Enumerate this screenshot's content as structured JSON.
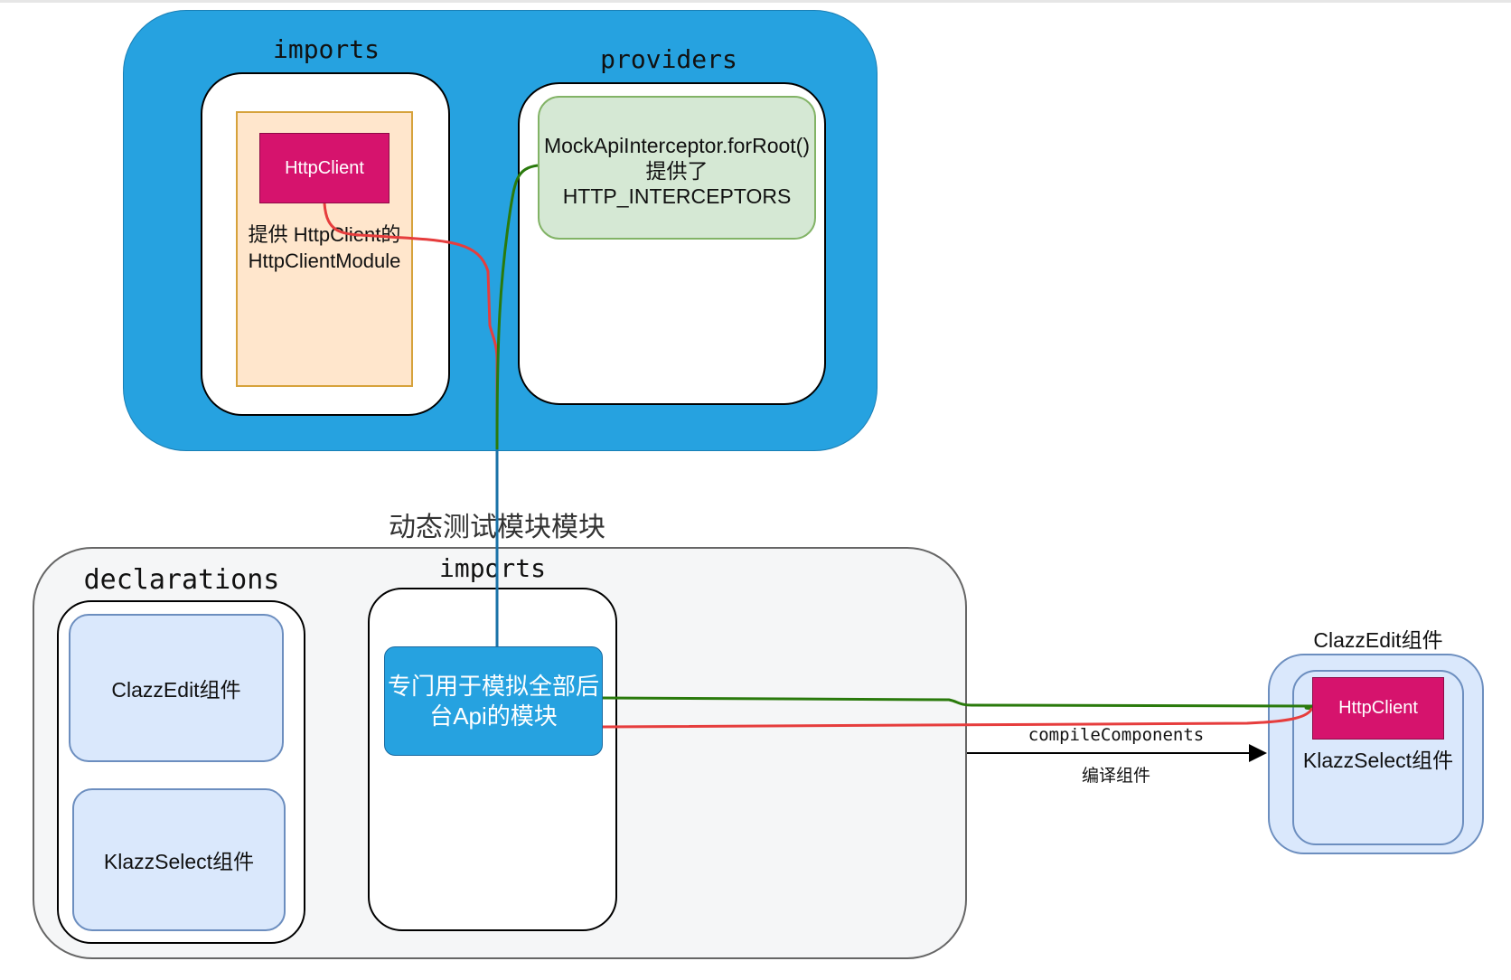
{
  "top_module": {
    "imports_label": "imports",
    "providers_label": "providers",
    "http_client_module_text": "提供 HttpClient的 HttpClientModule",
    "http_client_label": "HttpClient",
    "mock_interceptor_text": "MockApiInterceptor.forRoot() 提供了 HTTP_INTERCEPTORS"
  },
  "dynamic_module": {
    "title": "动态测试模块模块",
    "declarations_label": "declarations",
    "imports_label": "imports",
    "declarations": [
      "ClazzEdit组件",
      "KlazzSelect组件"
    ],
    "mock_api_module_text": "专门用于模拟全部后台Api的模块"
  },
  "result_component": {
    "title": "ClazzEdit组件",
    "http_client_label": "HttpClient",
    "child_label": "KlazzSelect组件"
  },
  "arrow": {
    "label": "compileComponents",
    "sublabel": "编译组件"
  },
  "colors": {
    "module_blue": "#26a2e0",
    "http_client_magenta": "#d6136d",
    "orange_fill": "#ffe6cc",
    "green_fill": "#d5e8d4",
    "light_blue_fill": "#dae8fc",
    "red_line": "#e63d3d",
    "green_line": "#2a7a0c",
    "blue_line": "#1a72a8"
  }
}
